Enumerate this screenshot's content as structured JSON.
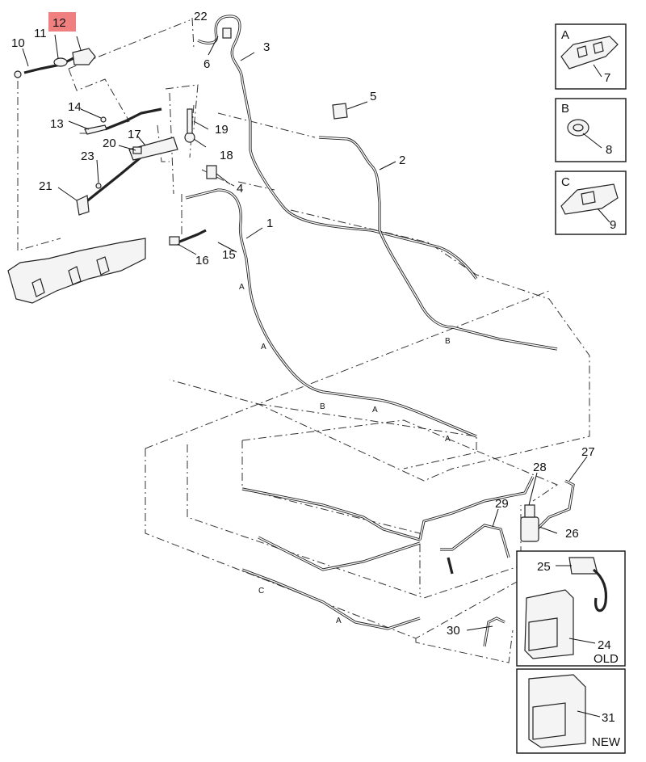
{
  "callouts": {
    "c1": "1",
    "c2": "2",
    "c3": "3",
    "c4": "4",
    "c5": "5",
    "c6": "6",
    "c7": "7",
    "c8": "8",
    "c9": "9",
    "c10": "10",
    "c11": "11",
    "c12": "12",
    "c13": "13",
    "c14": "14",
    "c15": "15",
    "c16": "16",
    "c17": "17",
    "c18": "18",
    "c19": "19",
    "c20": "20",
    "c21": "21",
    "c22": "22",
    "c23": "23",
    "c24": "24",
    "c25": "25",
    "c26": "26",
    "c27": "27",
    "c28": "28",
    "c29": "29",
    "c30": "30",
    "c31": "31"
  },
  "highlight": {
    "color": "#f08080",
    "part": "12"
  },
  "inset_labels": {
    "a": "A",
    "b": "B",
    "c": "C"
  },
  "route_markers": {
    "a1": "A",
    "a2": "A",
    "a3": "A",
    "a4": "A",
    "a5": "A",
    "b1": "B",
    "b2": "B",
    "c1": "C"
  },
  "variant_labels": {
    "old": "OLD",
    "new": "NEW"
  }
}
